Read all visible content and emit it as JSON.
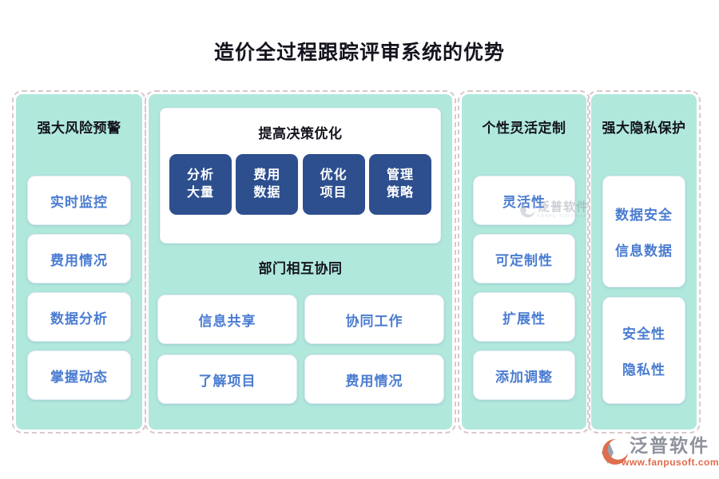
{
  "title": "造价全过程跟踪评审系统的优势",
  "panels": {
    "risk": {
      "header": "强大风险预警",
      "items": [
        "实时监控",
        "费用情况",
        "数据分析",
        "掌握动态"
      ]
    },
    "decision": {
      "card_title": "提高决策优化",
      "blocks": [
        {
          "line1": "分析",
          "line2": "大量"
        },
        {
          "line1": "费用",
          "line2": "数据"
        },
        {
          "line1": "优化",
          "line2": "项目"
        },
        {
          "line1": "管理",
          "line2": "策略"
        }
      ],
      "section_title": "部门相互协同",
      "items": [
        "信息共享",
        "协同工作",
        "了解项目",
        "费用情况"
      ]
    },
    "custom": {
      "header": "个性灵活定制",
      "items": [
        "灵活性",
        "可定制性",
        "扩展性",
        "添加调整"
      ]
    },
    "privacy": {
      "header": "强大隐私保护",
      "cards": [
        {
          "line1": "数据安全",
          "line2": "信息数据"
        },
        {
          "line1": "安全性",
          "line2": "隐私性"
        }
      ]
    }
  },
  "watermark": {
    "brand": "泛普软件",
    "subtitle": "FANPU SOFTWARE"
  },
  "footer": {
    "brand": "泛普软件",
    "url": "www.fanpusoft.com"
  },
  "colors": {
    "panel_teal": "#b0e8dc",
    "item_blue": "#4a7cd1",
    "block_navy": "#2d4f8e",
    "title_dark": "#14141e",
    "logo_orange": "#e2694b",
    "logo_gray": "#8e929c",
    "dashed_border": "#d9c7cb"
  }
}
